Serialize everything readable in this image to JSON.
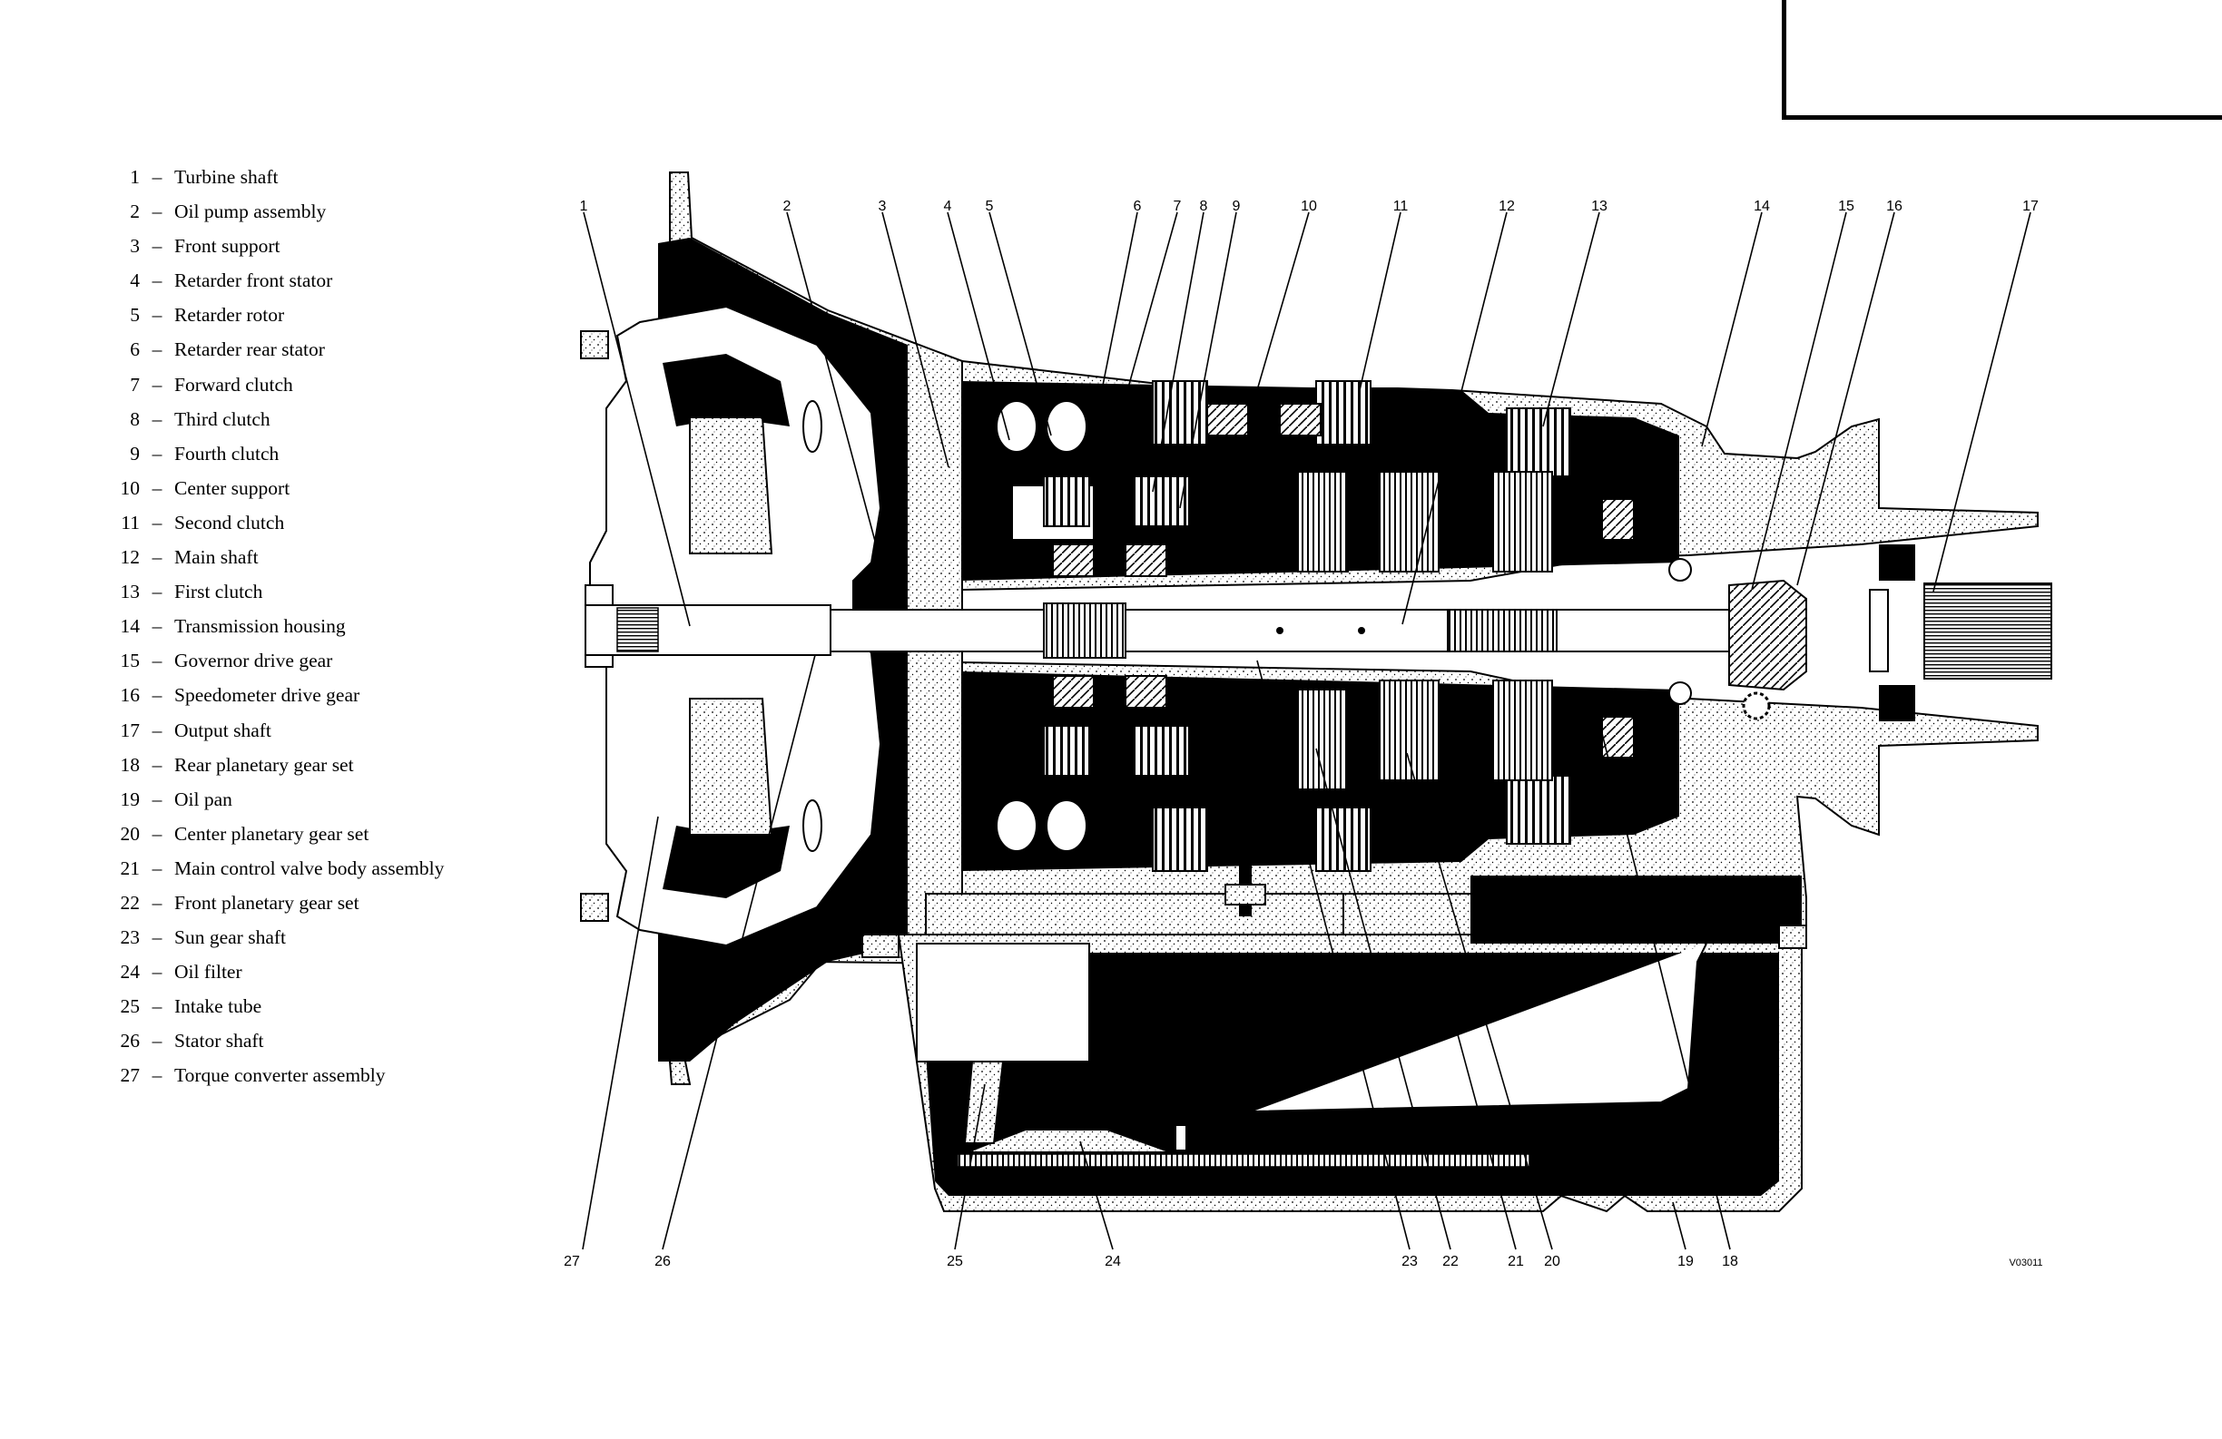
{
  "legend": [
    {
      "num": "1",
      "label": "Turbine shaft"
    },
    {
      "num": "2",
      "label": "Oil pump assembly"
    },
    {
      "num": "3",
      "label": "Front support"
    },
    {
      "num": "4",
      "label": "Retarder front stator"
    },
    {
      "num": "5",
      "label": "Retarder rotor"
    },
    {
      "num": "6",
      "label": "Retarder rear stator"
    },
    {
      "num": "7",
      "label": "Forward clutch"
    },
    {
      "num": "8",
      "label": "Third clutch"
    },
    {
      "num": "9",
      "label": "Fourth clutch"
    },
    {
      "num": "10",
      "label": "Center support"
    },
    {
      "num": "11",
      "label": "Second clutch"
    },
    {
      "num": "12",
      "label": "Main shaft"
    },
    {
      "num": "13",
      "label": "First clutch"
    },
    {
      "num": "14",
      "label": "Transmission housing"
    },
    {
      "num": "15",
      "label": "Governor drive gear"
    },
    {
      "num": "16",
      "label": "Speedometer drive gear"
    },
    {
      "num": "17",
      "label": "Output shaft"
    },
    {
      "num": "18",
      "label": "Rear planetary gear set"
    },
    {
      "num": "19",
      "label": "Oil pan"
    },
    {
      "num": "20",
      "label": "Center planetary gear set"
    },
    {
      "num": "21",
      "label": "Main control valve body assembly"
    },
    {
      "num": "22",
      "label": "Front planetary gear set"
    },
    {
      "num": "23",
      "label": "Sun gear shaft"
    },
    {
      "num": "24",
      "label": "Oil filter"
    },
    {
      "num": "25",
      "label": "Intake tube"
    },
    {
      "num": "26",
      "label": "Stator shaft"
    },
    {
      "num": "27",
      "label": "Torque converter assembly"
    }
  ],
  "top_callouts": [
    "1",
    "2",
    "3",
    "4",
    "5",
    "6",
    "7",
    "8",
    "9",
    "10",
    "11",
    "12",
    "13",
    "14",
    "15",
    "16",
    "17"
  ],
  "bottom_callouts": [
    "27",
    "26",
    "25",
    "24",
    "23",
    "22",
    "21",
    "20",
    "19",
    "18"
  ],
  "figure_ref": "V03011",
  "legend_dash": "–"
}
